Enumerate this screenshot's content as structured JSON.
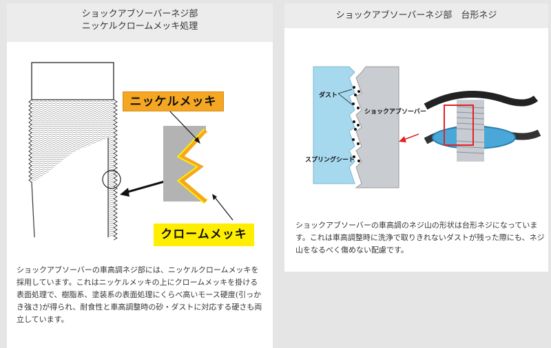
{
  "left": {
    "title_line1": "ショックアブソーバーネジ部",
    "title_line2": "ニッケルクロームメッキ処理",
    "nickel_label": "ニッケルメッキ",
    "chrome_label": "クロームメッキ",
    "description": "ショックアブソーバーの車高調ネジ部には、ニッケルクロームメッキを採用しています。これはニッケルメッキの上にクロームメッキを掛ける表面処理で、樹脂系、塗装系の表面処理にくらべ高いモース硬度(引っかき強さ)が得られ、耐食性と車高調整時の砂・ダストに対応する硬さも両立しています。"
  },
  "right": {
    "title": "ショックアブソーバーネジ部　台形ネジ",
    "label_dust": "ダスト",
    "label_shock": "ショックアブソーバー",
    "label_spring": "スプリングシート",
    "description": "ショックアブソーバーの車高調のネジ山の形状は台形ネジになっています。これは車高調整時に洗浄で取りきれないダストが残った際にも、ネジ山をなるべく傷めない配慮です。"
  },
  "colors": {
    "nickel": "#f5a623",
    "chrome": "#ffee00",
    "seat_blue": "#a6d8ee",
    "shock_gray": "#c9ccd0",
    "highlight_red": "#e02020"
  }
}
